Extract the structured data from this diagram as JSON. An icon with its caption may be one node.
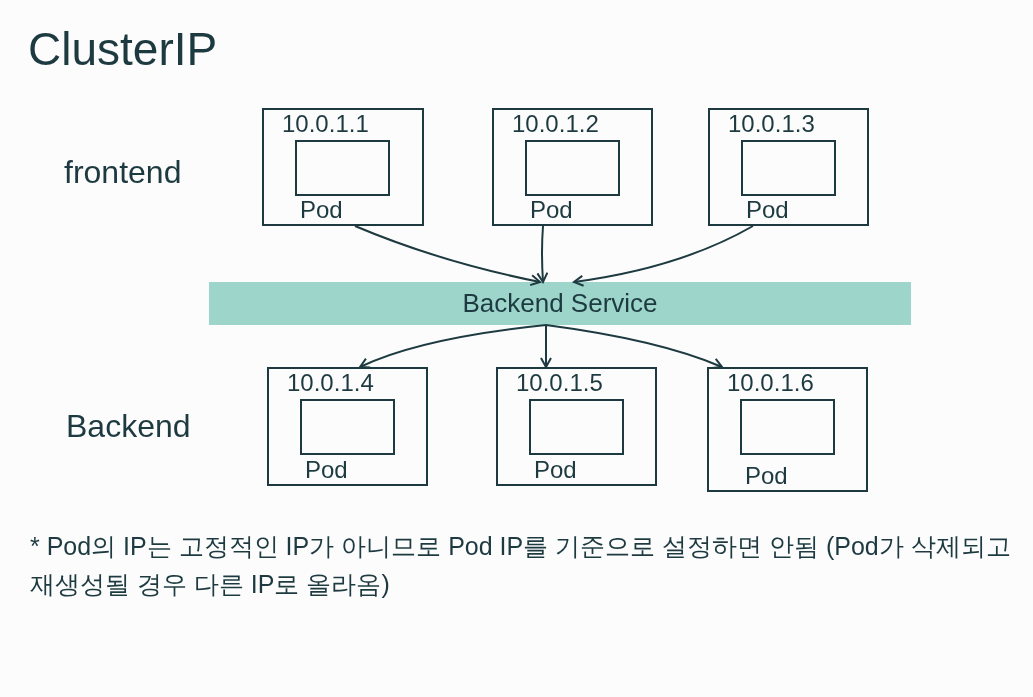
{
  "diagram": {
    "title": "ClusterIP",
    "nodes": [
      {
        "text": [
          "10.0.1.1",
          "Pod"
        ]
      },
      {
        "text": [],
        "shape": "box",
        "in": 0
      },
      {
        "text": [
          "10.0.1.2",
          "Pod"
        ]
      },
      {
        "text": [],
        "shape": "box",
        "in": 2
      },
      {
        "text": [
          "10.0.1.3",
          "Pod"
        ]
      },
      {
        "text": [],
        "shape": "box",
        "in": 4
      },
      {
        "text": [
          "Backend Service"
        ]
      },
      {
        "text": [
          "10.0.1.4",
          "Pod"
        ]
      },
      {
        "text": [],
        "shape": "box",
        "in": 7
      },
      {
        "text": [
          "10.0.1.5",
          "Pod"
        ]
      },
      {
        "text": [],
        "shape": "box",
        "in": 9
      },
      {
        "text": [
          "10.0.1.6",
          "Pod"
        ]
      },
      {
        "text": [],
        "shape": "box",
        "in": 11
      }
    ],
    "edges": [
      {
        "from": 0,
        "to": 6,
        "arrow": "to"
      },
      {
        "from": 2,
        "to": 6,
        "arrow": "to"
      },
      {
        "from": 4,
        "to": 6,
        "arrow": "to"
      },
      {
        "from": 6,
        "to": 7,
        "arrow": "to"
      },
      {
        "from": 6,
        "to": 9,
        "arrow": "to"
      },
      {
        "from": 6,
        "to": 11,
        "arrow": "to"
      }
    ],
    "labels": [
      "frontend",
      "Backend",
      "* Pod의 IP는 고정적인 IP가 아니므로 Pod IP를 기준으로 설정하면 안됨 (Pod가 삭제되고 재생성될 경우 다른 IP로 올라옴)"
    ]
  }
}
